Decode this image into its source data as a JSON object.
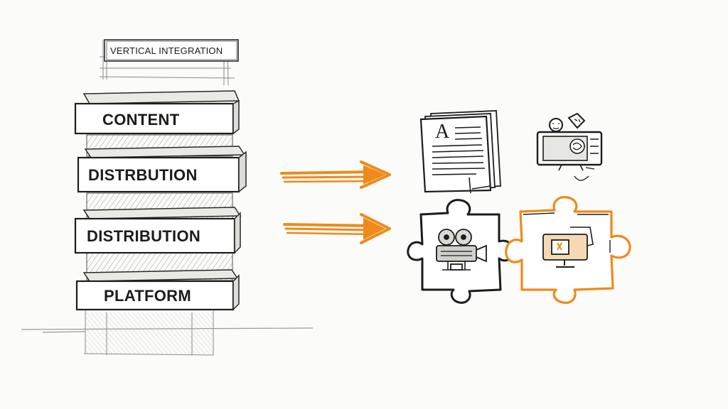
{
  "diagram": {
    "title": "VERTICAL INTEGRATION",
    "stack_layers": [
      {
        "label": "CONTENT"
      },
      {
        "label": "DISTRBUTION"
      },
      {
        "label": "DISTRIBUTION"
      },
      {
        "label": "PLATFORM"
      }
    ],
    "document_letter": "A",
    "accent_color": "#ee8a1a",
    "ink_color": "#1c1c1c",
    "icons": [
      "document-icon",
      "tv-icon",
      "film-projector-icon",
      "monitor-icon"
    ]
  }
}
